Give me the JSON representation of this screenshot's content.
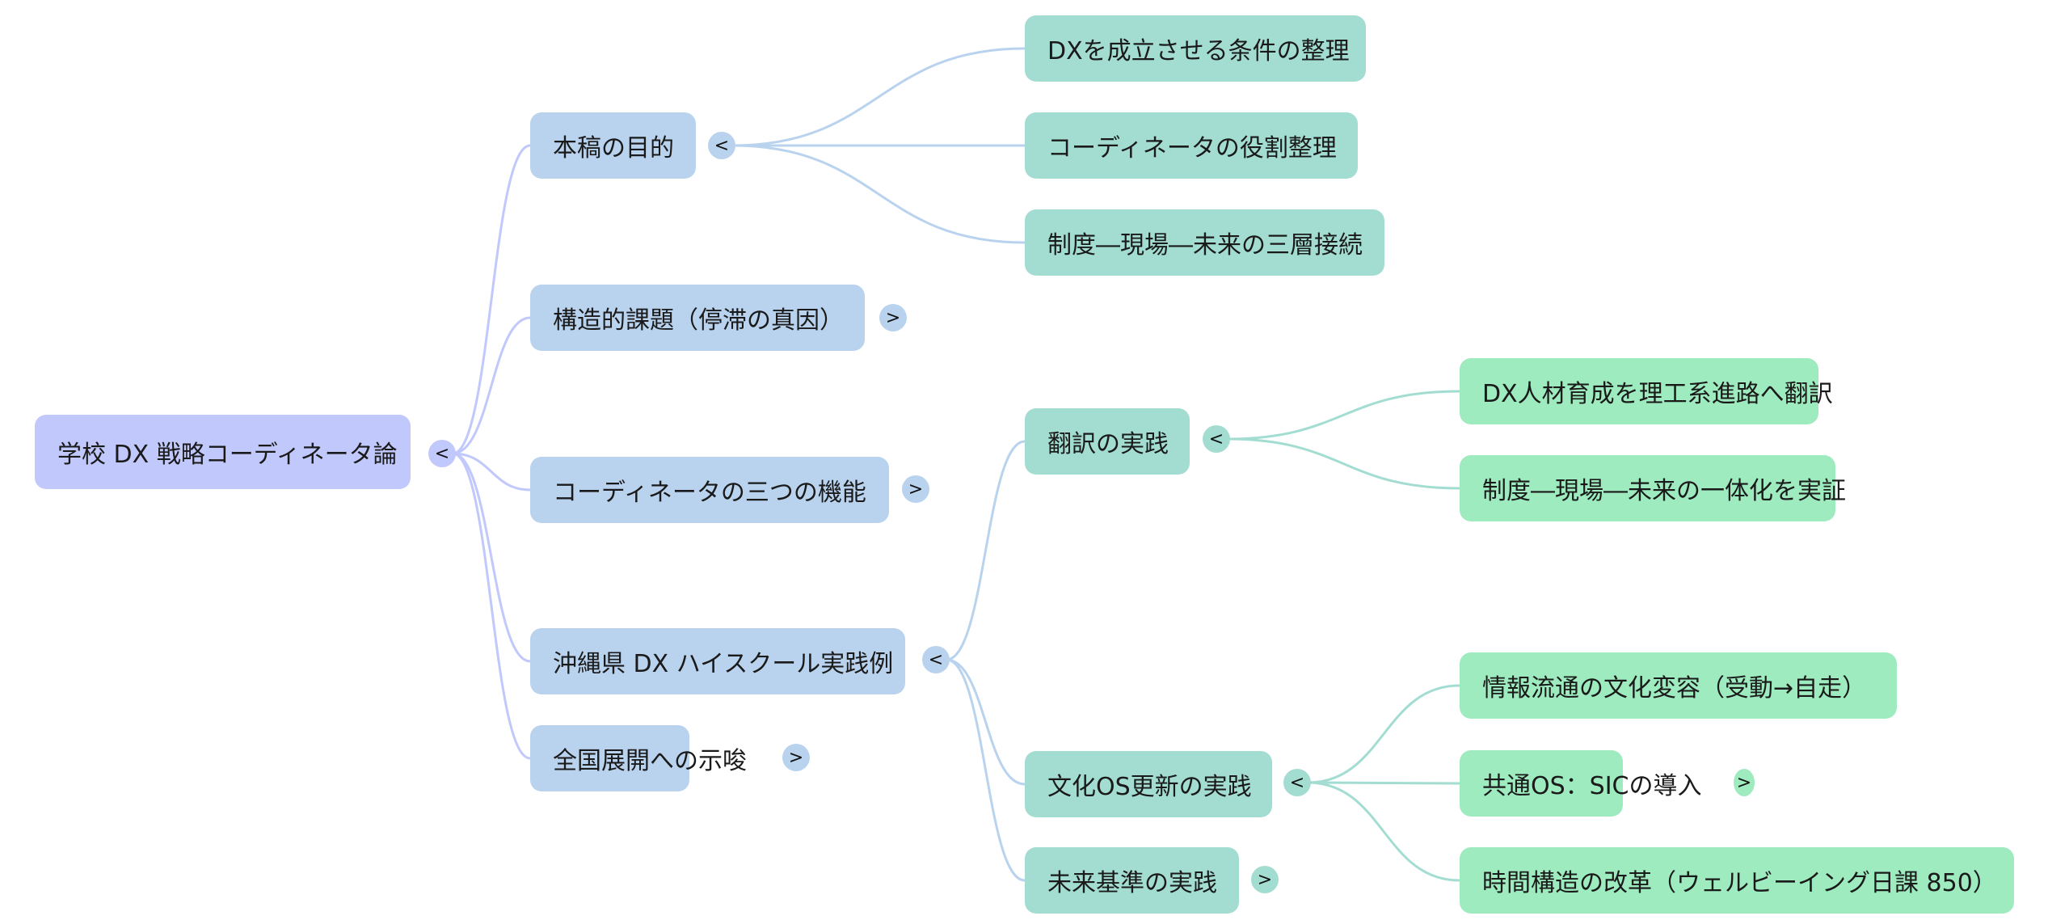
{
  "mindmap": {
    "root": {
      "id": "root",
      "label": "学校 DX 戦略コーディネータ論",
      "toggle": "<",
      "color": "#c1c8fb"
    },
    "nodes": [
      {
        "id": "n1",
        "parent": "root",
        "level": 2,
        "label": "本稿の目的",
        "toggle": "<"
      },
      {
        "id": "n2",
        "parent": "root",
        "level": 2,
        "label": "構造的課題（停滞の真因）",
        "toggle": ">"
      },
      {
        "id": "n3",
        "parent": "root",
        "level": 2,
        "label": "コーディネータの三つの機能",
        "toggle": ">"
      },
      {
        "id": "n4",
        "parent": "root",
        "level": 2,
        "label": "沖縄県 DX ハイスクール実践例",
        "toggle": "<"
      },
      {
        "id": "n5",
        "parent": "root",
        "level": 2,
        "label": "全国展開への示唆",
        "toggle": ">"
      },
      {
        "id": "n1a",
        "parent": "n1",
        "level": 3,
        "label": "DXを成立させる条件の整理",
        "toggle": ""
      },
      {
        "id": "n1b",
        "parent": "n1",
        "level": 3,
        "label": "コーディネータの役割整理",
        "toggle": ""
      },
      {
        "id": "n1c",
        "parent": "n1",
        "level": 3,
        "label": "制度―現場―未来の三層接続",
        "toggle": ""
      },
      {
        "id": "n4a",
        "parent": "n4",
        "level": 3,
        "label": "翻訳の実践",
        "toggle": "<"
      },
      {
        "id": "n4b",
        "parent": "n4",
        "level": 3,
        "label": "文化OS更新の実践",
        "toggle": "<"
      },
      {
        "id": "n4c",
        "parent": "n4",
        "level": 3,
        "label": "未来基準の実践",
        "toggle": ">"
      },
      {
        "id": "n4a1",
        "parent": "n4a",
        "level": 4,
        "label": "DX人材育成を理工系進路へ翻訳",
        "toggle": ""
      },
      {
        "id": "n4a2",
        "parent": "n4a",
        "level": 4,
        "label": "制度―現場―未来の一体化を実証",
        "toggle": ""
      },
      {
        "id": "n4b1",
        "parent": "n4b",
        "level": 4,
        "label": "情報流通の文化変容（受動→自走）",
        "toggle": ""
      },
      {
        "id": "n4b2",
        "parent": "n4b",
        "level": 4,
        "label": "共通OS：SICの導入",
        "toggle": ">"
      },
      {
        "id": "n4b3",
        "parent": "n4b",
        "level": 4,
        "label": "時間構造の改革（ウェルビーイング日課 850）",
        "toggle": ""
      }
    ],
    "colors": {
      "level1": "#c1c8fb",
      "level2": "#b9d3ee",
      "level3": "#a3ddd2",
      "level4": "#9eebbf",
      "edge_root": "#c1c8fb",
      "edge_level2": "#b9d3ee",
      "edge_level3": "#a3ddd2"
    }
  }
}
